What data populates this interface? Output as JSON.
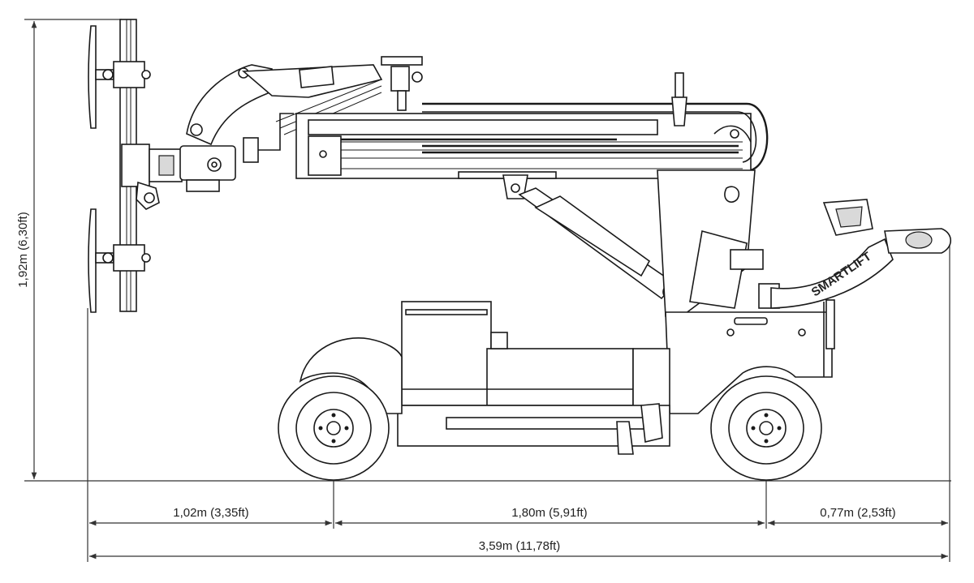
{
  "dimensions": {
    "height_total": "1,92m (6,30ft)",
    "front_overhang": "1,02m (3,35ft)",
    "wheelbase": "1,80m (5,91ft)",
    "rear_overhang": "0,77m (2,53ft)",
    "length_total": "3,59m (11,78ft)"
  },
  "branding": {
    "boom_logo": "SMARTLIFT"
  }
}
